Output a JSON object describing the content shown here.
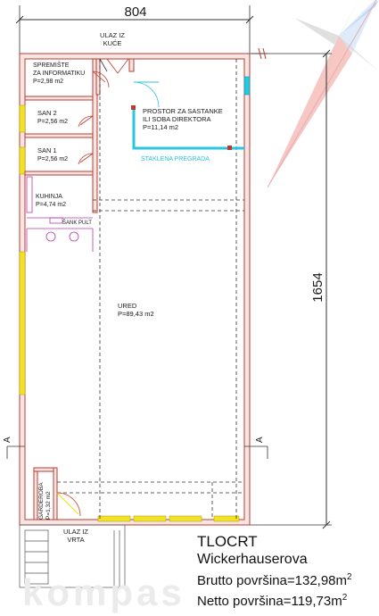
{
  "plan": {
    "dimensions": {
      "width": "804",
      "length": "1654"
    },
    "entrances": {
      "house": "ULAZ IZ KUĆE",
      "house_line1": "ULAZ IZ",
      "house_line2": "KUĆE",
      "garden_line1": "ULAZ IZ",
      "garden_line2": "VRTA"
    },
    "section_marker": "A",
    "rooms": {
      "it_storage": {
        "name_line1": "SPREMIŠTE",
        "name_line2": "ZA INFORMATIKU",
        "area": "P=2,98 m2"
      },
      "meeting": {
        "name_line1": "PROSTOR ZA SASTANKE",
        "name_line2": "ILI SOBA DIREKTORA",
        "area": "P=11,14 m2"
      },
      "glass_partition": "STAKLENA PREGRADA",
      "san2": {
        "name": "SAN 2",
        "area": "P=2,56 m2"
      },
      "san1": {
        "name": "SAN 1",
        "area": "P=2,56 m2"
      },
      "kitchen": {
        "name": "KUHINJA",
        "area": "P=4,74 m2"
      },
      "bar_counter": "ŠANK PULT",
      "office": {
        "name": "URED",
        "area": "P=89,43 m2"
      },
      "wardrobe": {
        "name": "GARDEROBA",
        "area": "P=1,32 m2"
      }
    },
    "info": {
      "title": "TLOCRT",
      "street": "Wickerhauserova",
      "gross_label": "Brutto površina=132,98m",
      "net_label": "Netto površina=119,73m",
      "area_unit_power": "2"
    },
    "watermark": "kompas",
    "colors": {
      "walls": "#c0392b",
      "wall_fill": "#f5e6e6",
      "glass": "#29c6e0",
      "windows": "#f1e12a",
      "kitchen_furniture": "#b43ab4",
      "dimension_lines": "#333333",
      "compass_red": "#e0453a",
      "compass_blue": "#3b7dd8"
    }
  }
}
